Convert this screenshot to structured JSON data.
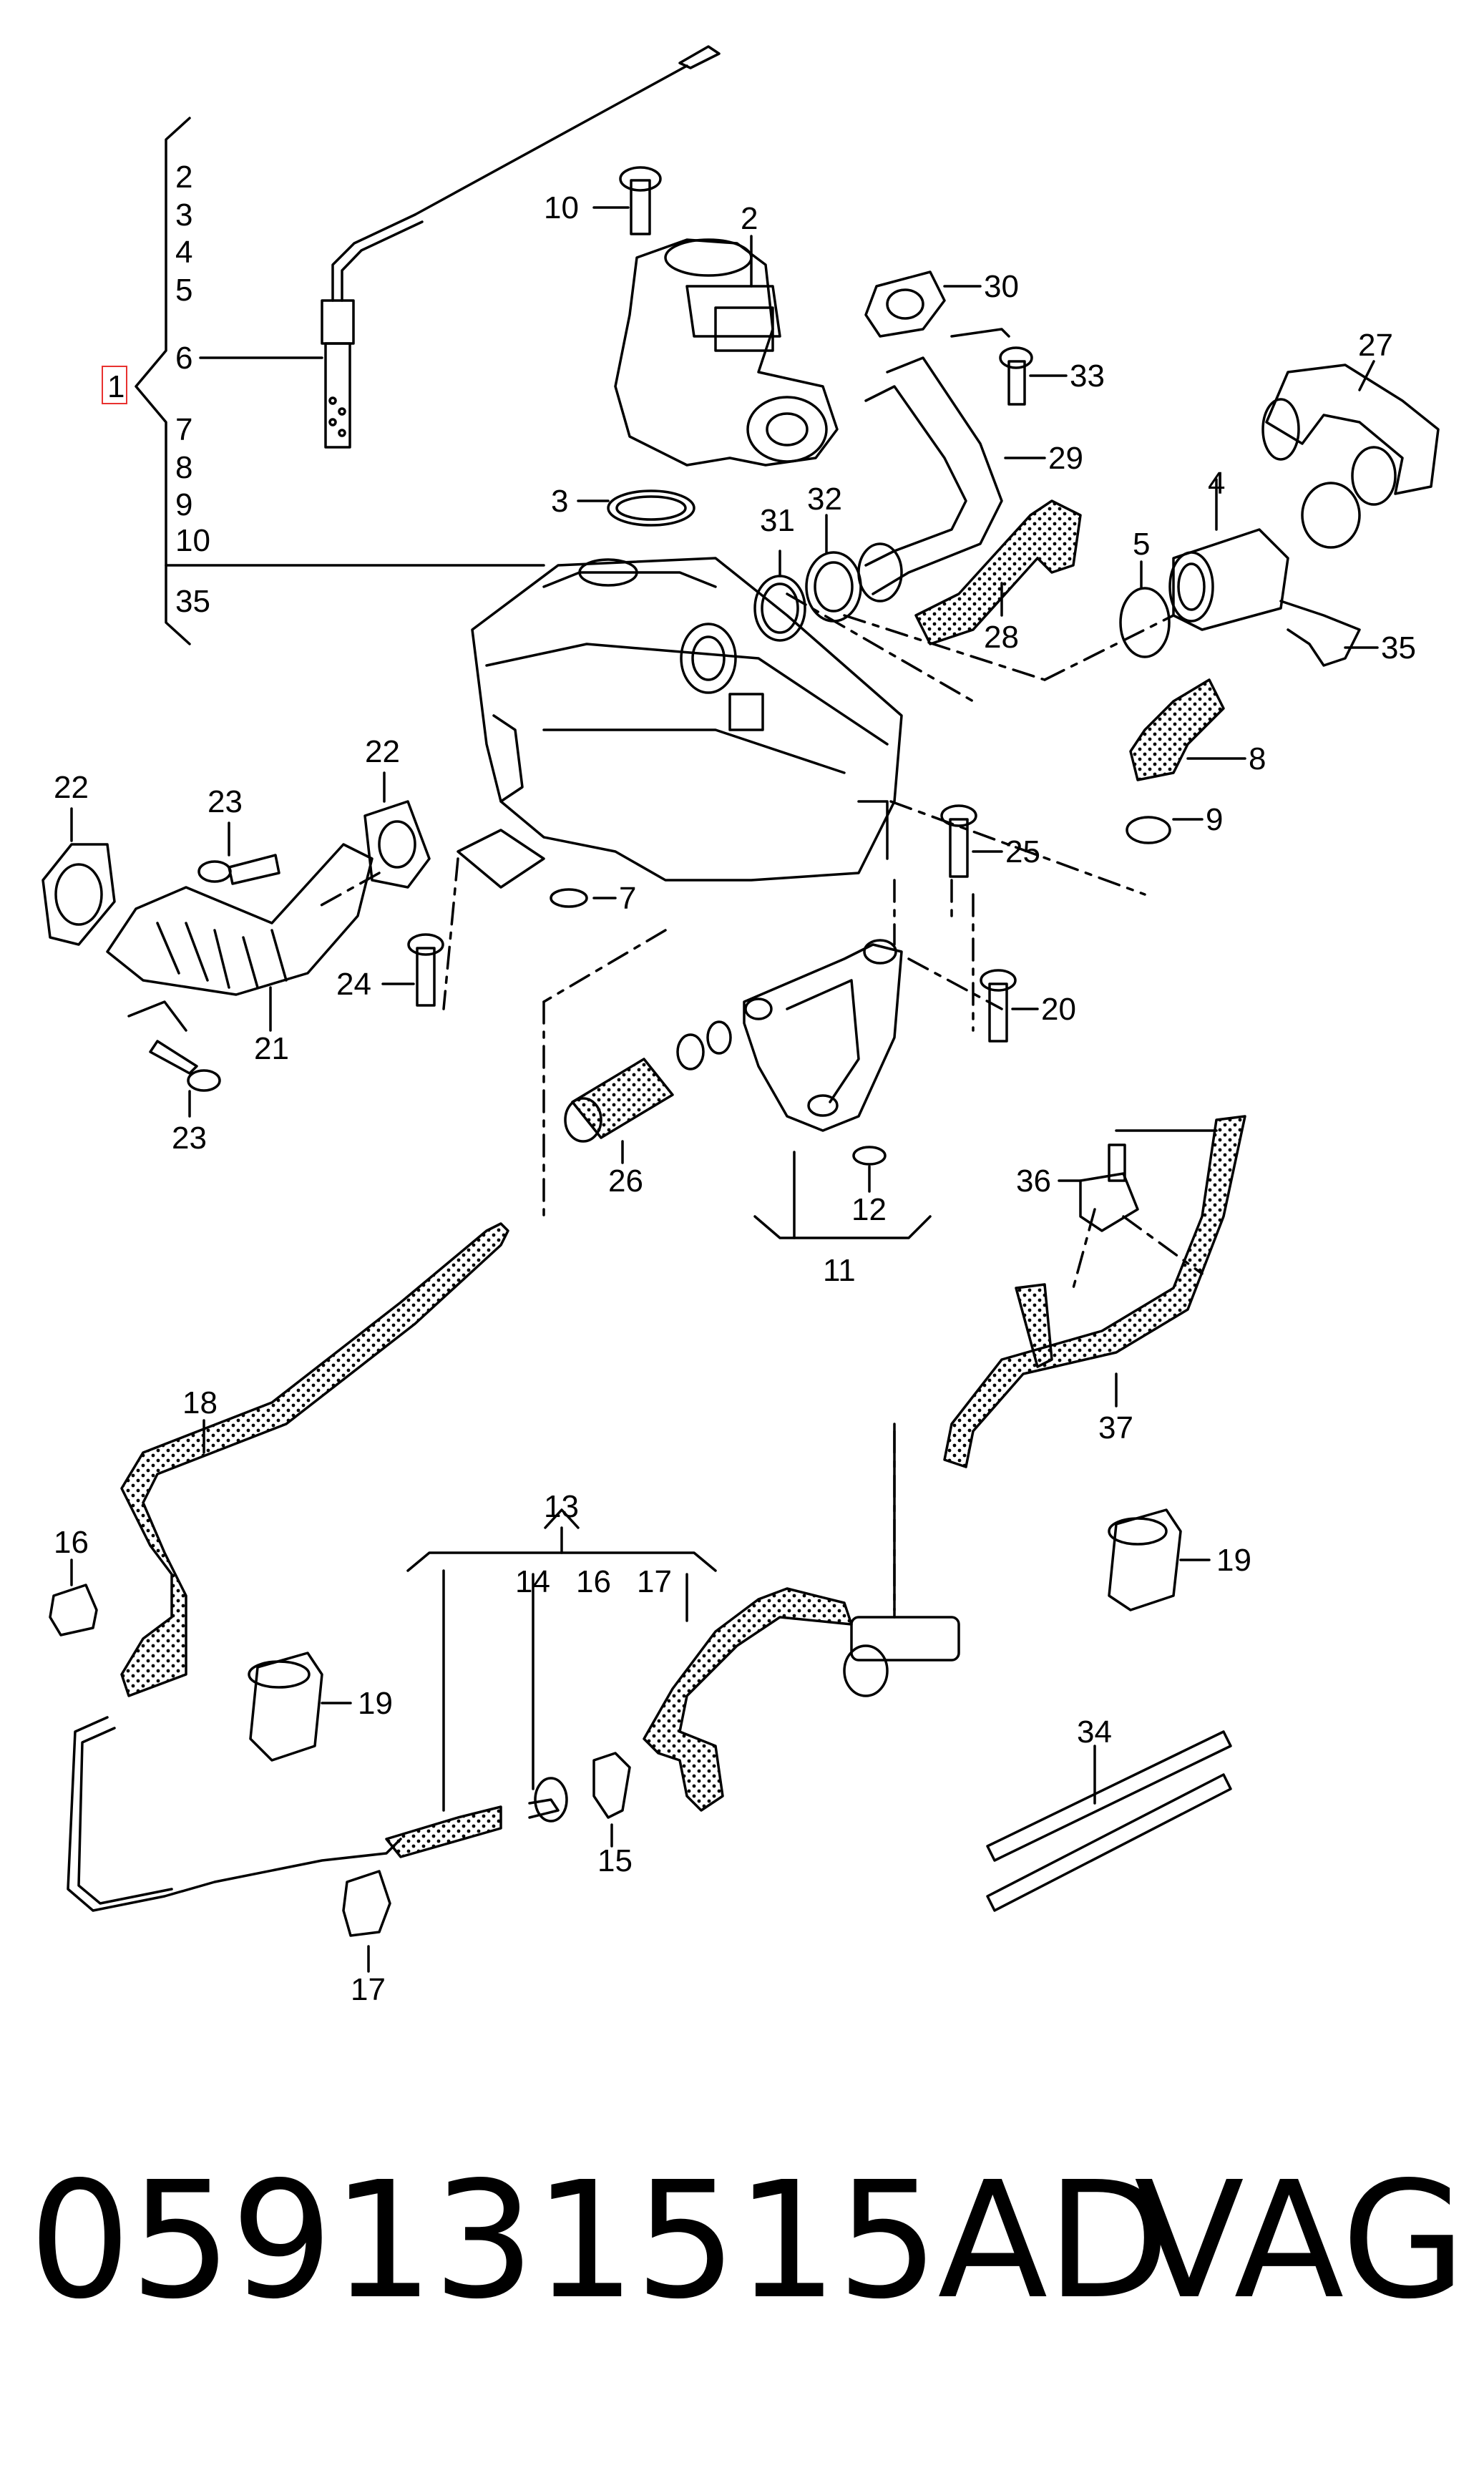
{
  "title": {
    "part_number": "059131515AD",
    "brand": "VAG"
  },
  "callouts": {
    "c1": "1",
    "c2a": "2",
    "c2b": "2",
    "c3a": "3",
    "c3b": "3",
    "c4a": "4",
    "c4b": "4",
    "c5a": "5",
    "c5b": "5",
    "c6": "6",
    "c7a": "7",
    "c7b": "7",
    "c8a": "8",
    "c8b": "8",
    "c9a": "9",
    "c9b": "9",
    "c10a": "10",
    "c10b": "10",
    "c11": "11",
    "c12": "12",
    "c13": "13",
    "c14": "14",
    "c15": "15",
    "c16a": "16",
    "c16b": "16",
    "c17a": "17",
    "c17b": "17",
    "c18": "18",
    "c19a": "19",
    "c19b": "19",
    "c20": "20",
    "c21": "21",
    "c22a": "22",
    "c22b": "22",
    "c23a": "23",
    "c23b": "23",
    "c24": "24",
    "c25": "25",
    "c26": "26",
    "c27": "27",
    "c28": "28",
    "c29": "29",
    "c30": "30",
    "c31": "31",
    "c32": "32",
    "c33": "33",
    "c34": "34",
    "c35a": "35",
    "c35b": "35",
    "c36": "36",
    "c37": "37"
  },
  "colors": {
    "line": "#000000",
    "highlight_box": "#e8312f"
  }
}
